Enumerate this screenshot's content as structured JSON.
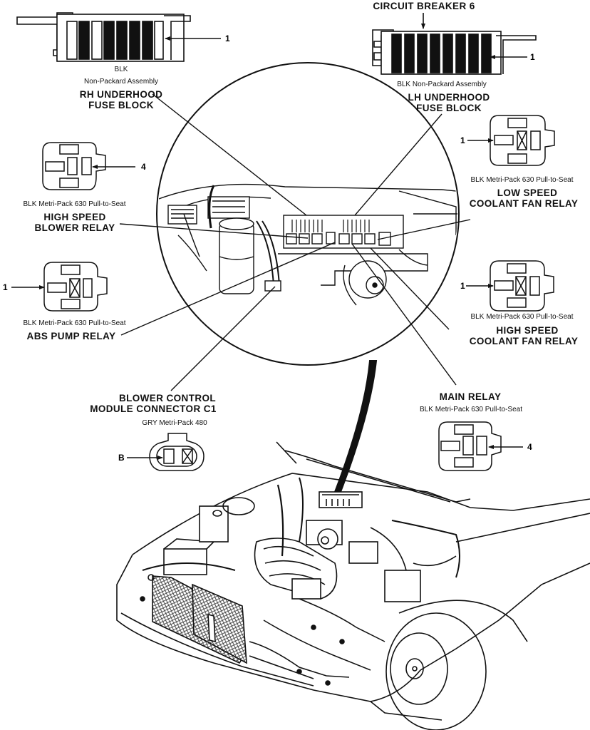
{
  "diagram": {
    "type": "component-location",
    "components": {
      "rh_fuse_block": {
        "title_line1": "RH UNDERHOOD",
        "title_line2": "FUSE BLOCK",
        "connector_color": "BLK",
        "connector_type": "Non-Packard Assembly",
        "pin_label": "1"
      },
      "lh_fuse_block": {
        "title_line1": "LH UNDERHOOD",
        "title_line2": "FUSE BLOCK",
        "connector_desc": "BLK Non-Packard Assembly",
        "pin_label": "1",
        "callout": "CIRCUIT BREAKER 6"
      },
      "high_speed_blower_relay": {
        "title_line1": "HIGH SPEED",
        "title_line2": "BLOWER RELAY",
        "connector_desc": "BLK Metri-Pack 630 Pull-to-Seat",
        "pin_label": "4"
      },
      "low_speed_coolant_fan_relay": {
        "title_line1": "LOW SPEED",
        "title_line2": "COOLANT FAN RELAY",
        "connector_desc": "BLK Metri-Pack 630 Pull-to-Seat",
        "pin_label": "1"
      },
      "abs_pump_relay": {
        "title_line1": "ABS PUMP RELAY",
        "connector_desc": "BLK Metri-Pack 630 Pull-to-Seat",
        "pin_label": "1"
      },
      "high_speed_coolant_fan_relay": {
        "title_line1": "HIGH SPEED",
        "title_line2": "COOLANT FAN RELAY",
        "connector_desc": "BLK Metri-Pack 630 Pull-to-Seat",
        "pin_label": "1"
      },
      "blower_control_module_connector": {
        "title_line1": "BLOWER CONTROL",
        "title_line2": "MODULE CONNECTOR C1",
        "connector_desc": "GRY Metri-Pack 480",
        "pin_label": "B"
      },
      "main_relay": {
        "title_line1": "MAIN RELAY",
        "connector_desc": "BLK Metri-Pack 630 Pull-to-Seat",
        "pin_label": "4"
      }
    }
  }
}
